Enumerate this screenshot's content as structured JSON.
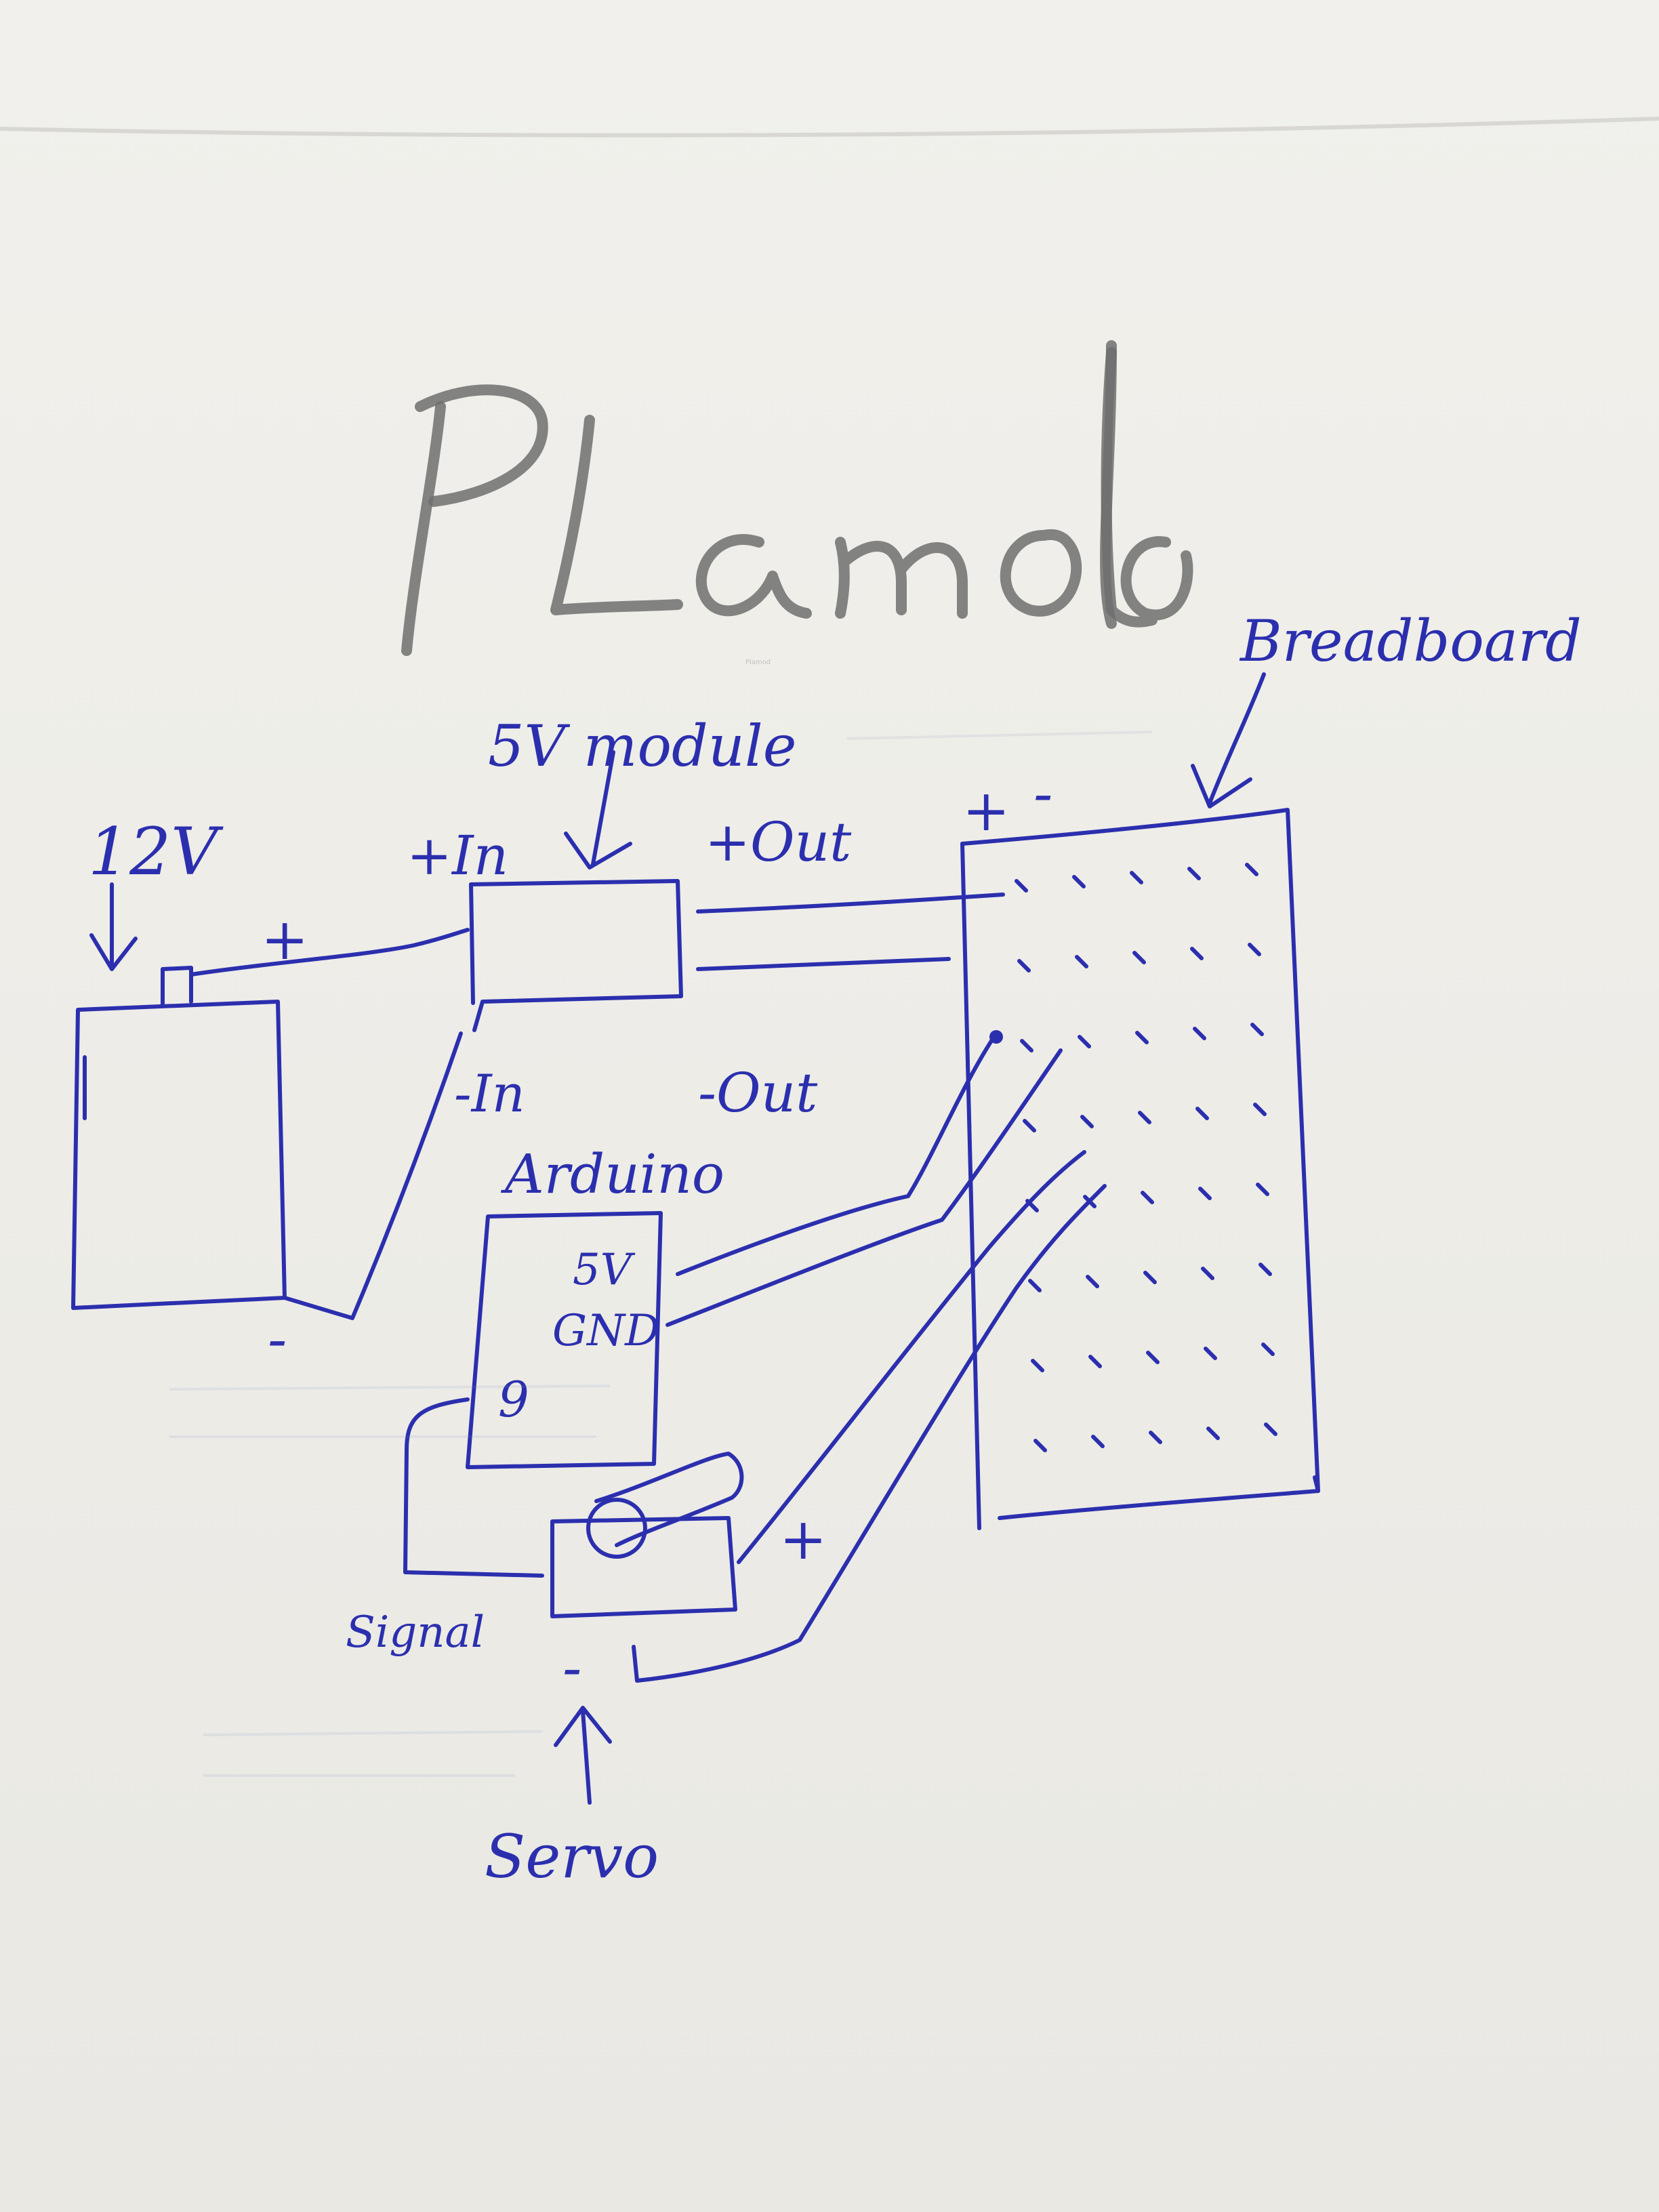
{
  "title": "Plamod",
  "labels": {
    "battery_voltage": "12V",
    "battery_plus": "+",
    "battery_minus": "-",
    "module_name": "5V module",
    "module_plus_in": "+In",
    "module_plus_out": "+Out",
    "module_minus_in": "-In",
    "module_minus_out": "-Out",
    "breadboard_name": "Breadboard",
    "breadboard_plus": "+",
    "breadboard_minus": "-",
    "arduino_name": "Arduino",
    "arduino_5v": "5V",
    "arduino_gnd": "GND",
    "arduino_pin9": "9",
    "servo_name": "Servo",
    "servo_signal": "Signal",
    "servo_plus": "+",
    "servo_minus": "-"
  },
  "colors": {
    "ink": "#2b2fae",
    "pencil": "#6f6f6f",
    "paper": "#eeede8"
  }
}
